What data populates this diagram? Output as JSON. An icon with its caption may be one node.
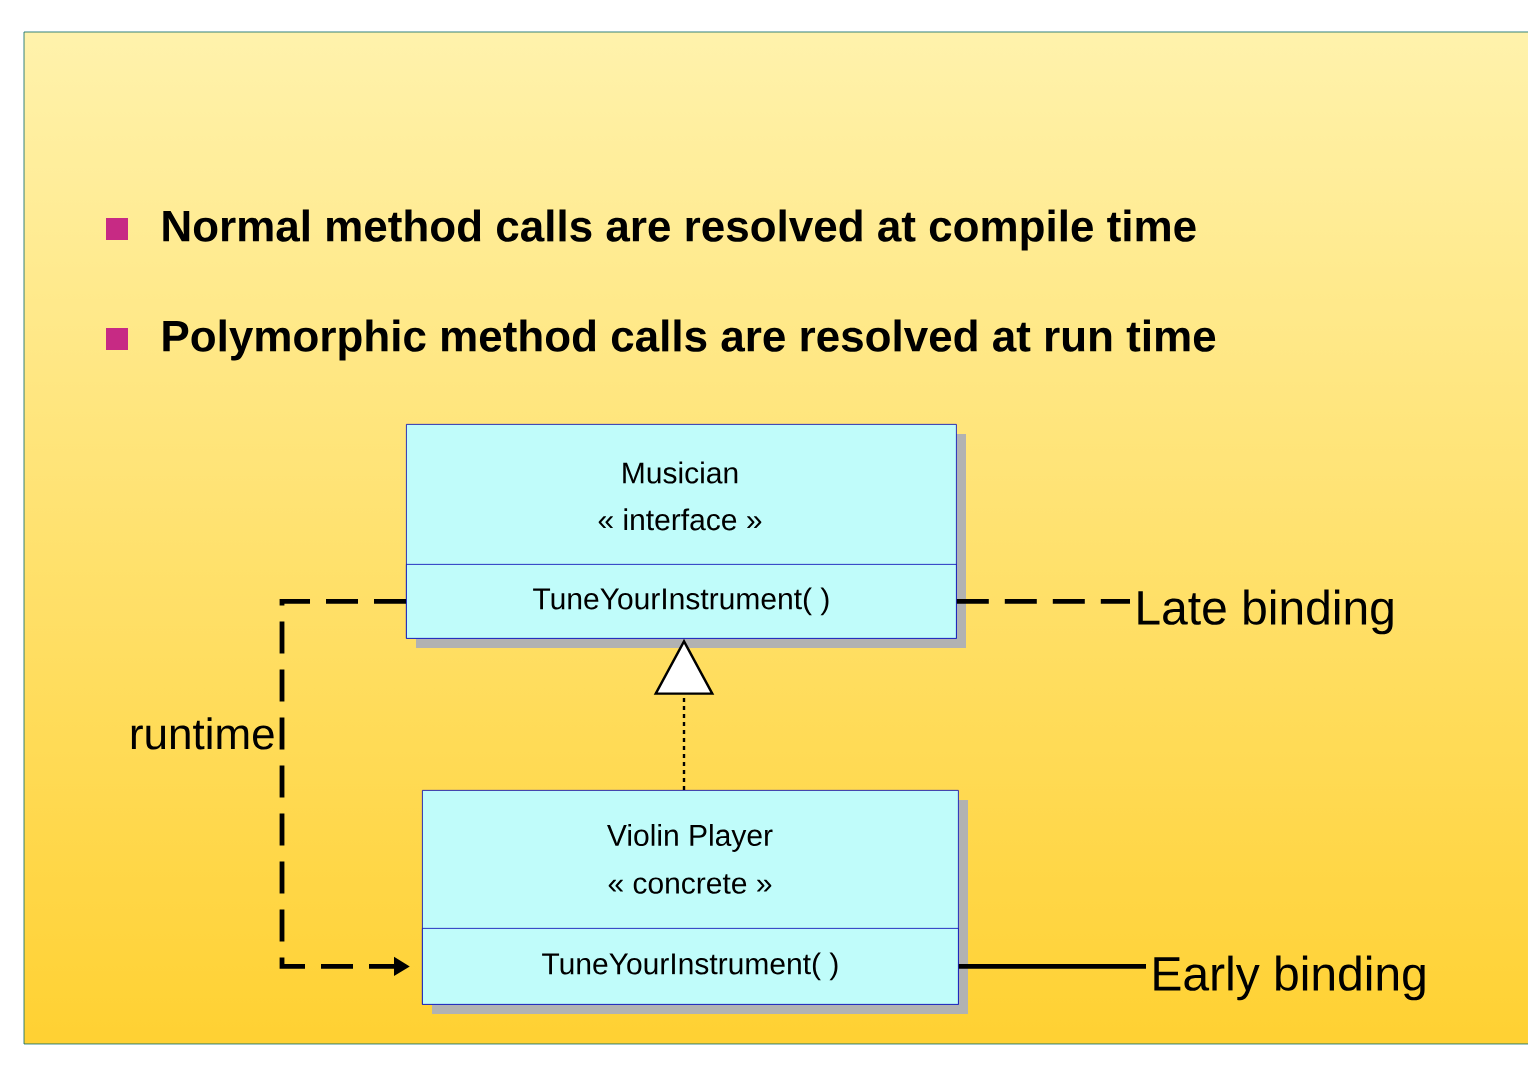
{
  "diagram": {
    "nodes": [
      {
        "text": [
          "Musician",
          "« interface »"
        ]
      },
      {
        "text": [
          "TuneYourInstrument( )"
        ],
        "in": 0
      },
      {
        "text": [
          "Violin Player",
          "« concrete »"
        ]
      },
      {
        "text": [
          "TuneYourInstrument( )"
        ],
        "in": 2
      },
      {
        "text": [
          "Late binding"
        ]
      },
      {
        "text": [
          "Early binding"
        ]
      }
    ],
    "edges": [
      {
        "from": 2,
        "to": 0,
        "arrow": "to",
        "style": "dashed"
      },
      {
        "from": 1,
        "to": 3,
        "arrow": "to",
        "style": "dashed",
        "label": "runtime"
      },
      {
        "from": 1,
        "to": 4,
        "arrow": "none",
        "style": "dashed"
      },
      {
        "from": 3,
        "to": 5,
        "arrow": "none"
      }
    ],
    "labels": [
      "Normal method calls are resolved at compile time",
      "Polymorphic method calls are resolved at run time"
    ]
  }
}
